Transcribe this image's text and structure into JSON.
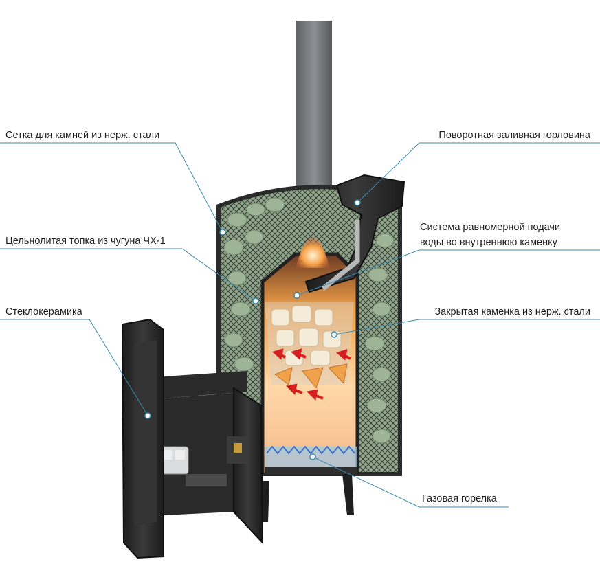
{
  "labels": {
    "setka": "Сетка для камней из нерж. стали",
    "topka": "Цельнолитая топка из чугуна ЧХ-1",
    "steklo": "Стеклокерамика",
    "gorlo": "Поворотная заливная горловина",
    "sys_line1": "Система равномерной подачи",
    "sys_line2": "воды во внутреннюю каменку",
    "kamenka": "Закрытая каменка из нерж. стали",
    "gorelka": "Газовая горелка"
  },
  "colors": {
    "leader": "#3a8bb0",
    "iron": "#2b2b2b",
    "flame": "#f28a2e",
    "stones": "#8fa88a",
    "arrow": "#d81f1f"
  }
}
